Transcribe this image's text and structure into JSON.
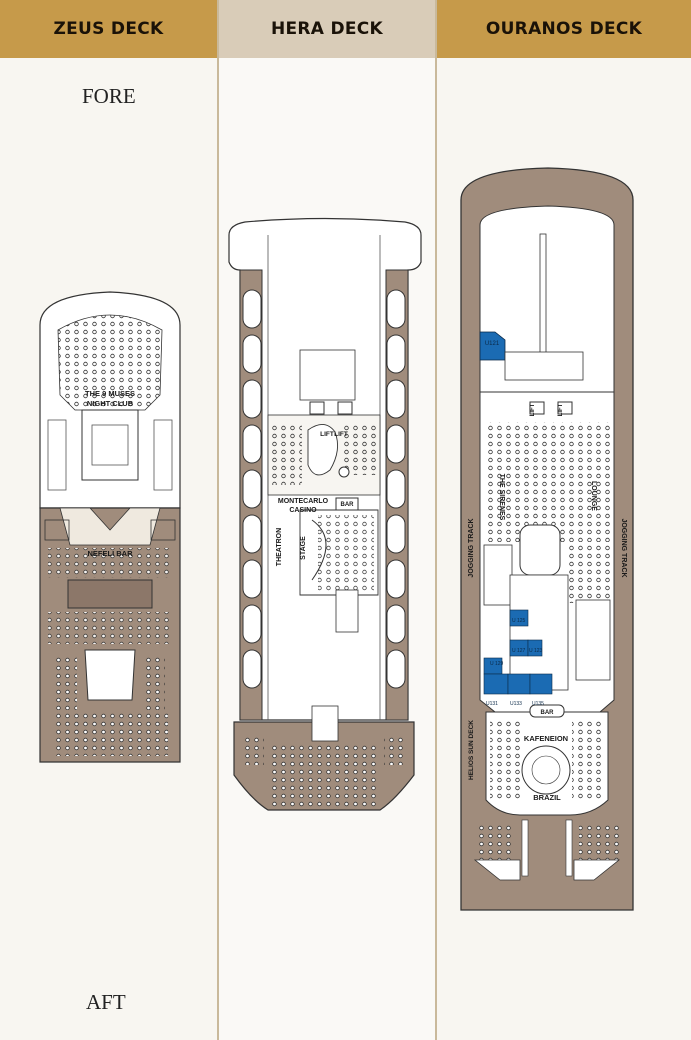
{
  "headers": {
    "zeus": "ZEUS DECK",
    "hera": "HERA DECK",
    "ouranos": "OURANOS DECK"
  },
  "directions": {
    "fore": "FORE",
    "aft": "AFT"
  },
  "zeus": {
    "night_club": "THE 9 MUSES",
    "night_club_2": "NIGHT CLUB",
    "bar": "NEFELI BAR"
  },
  "hera": {
    "lift": "LIFT",
    "lift2": "LIFT",
    "casino": "MONTECARLO",
    "casino_2": "CASINO",
    "bar": "BAR",
    "theatron": "THEATRON",
    "stage": "STAGE"
  },
  "ouranos": {
    "cabin_121": "U121",
    "lift": "LIFT",
    "lift2": "LIFT",
    "sirenes": "THE SIRENES",
    "lounge": "LOUNGE",
    "jogging_left": "JOGGING TRACK",
    "jogging_right": "JOGGING TRACK",
    "cabins": [
      "U 129",
      "U 125",
      "U 127",
      "U 123",
      "U131",
      "U133",
      "U135"
    ],
    "bar": "BAR",
    "kafeneion": "KAFENEION",
    "brazil": "BRAZIL",
    "helios": "HELIOS SUN DECK"
  },
  "colors": {
    "header_gold": "#c69a4a",
    "header_beige": "#d9ccb8",
    "deck_brown": "#a08c7c",
    "cabin_blue": "#1b6bb3"
  }
}
